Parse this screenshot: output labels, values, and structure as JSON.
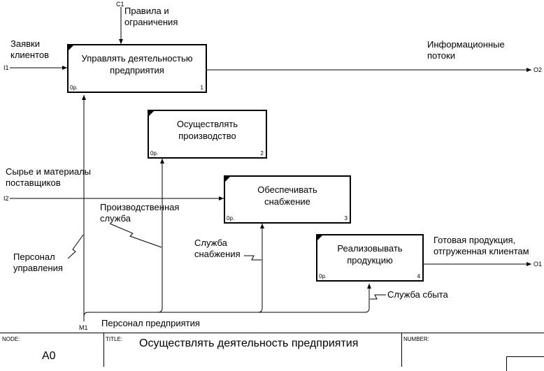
{
  "boxes": [
    {
      "title": "Управлять деятельностью\nпредприятия",
      "cost": "0р.",
      "number": "1"
    },
    {
      "title": "Осуществлять\nпроизводство",
      "cost": "0р.",
      "number": "2"
    },
    {
      "title": "Обеспечивать\nснабжение",
      "cost": "0р.",
      "number": "3"
    },
    {
      "title": "Реализовывать\nпродукцию",
      "cost": "0р.",
      "number": "4"
    }
  ],
  "arrows": {
    "control": {
      "code": "C1",
      "label": "Правила и\nограничения"
    },
    "input1": {
      "code": "I1",
      "label": "Заявки\nклиентов"
    },
    "input2": {
      "code": "I2",
      "label": "Сырье и материалы\nпоставщиков"
    },
    "output2": {
      "code": "O2",
      "label": "Информационные\nпотоки"
    },
    "output1": {
      "code": "O1",
      "label": "Готовая продукция,\nотгруженная клиентам"
    },
    "mechanism": {
      "code": "M1",
      "label": "Персонал предприятия"
    },
    "mgmt_staff": {
      "label": "Персонал\nуправления"
    },
    "prod_service": {
      "label": "Производственная\nслужба"
    },
    "supply_service": {
      "label": "Служба\nснабжения"
    },
    "sales_service": {
      "label": "Служба сбыта"
    }
  },
  "footer": {
    "node_caption": "NODE:",
    "node_value": "A0",
    "title_caption": "TITLE:",
    "title_value": "Осуществлять деятельность предприятия",
    "number_caption": "NUMBER:"
  }
}
